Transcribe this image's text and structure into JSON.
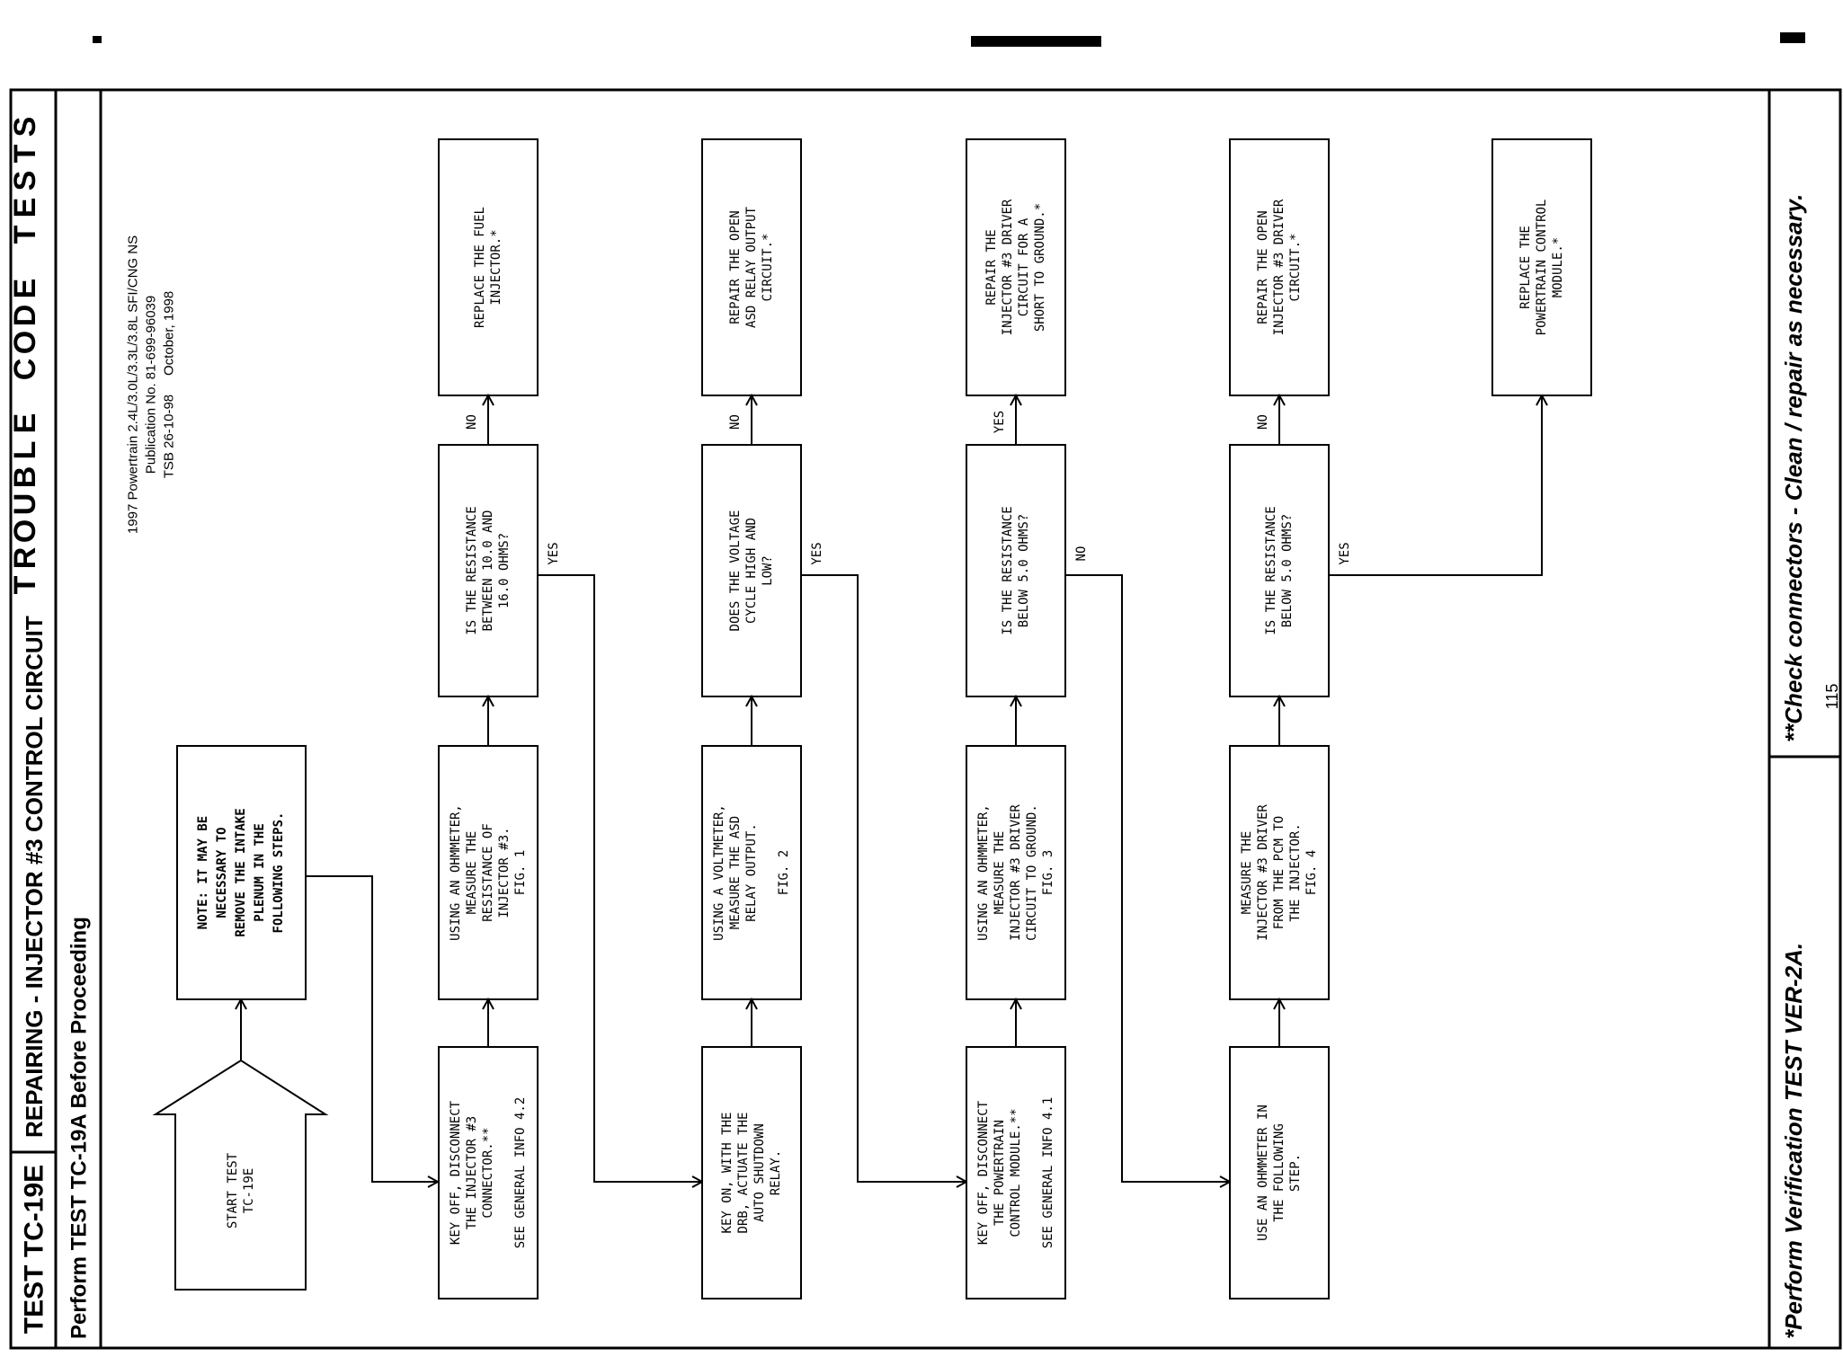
{
  "page": {
    "header_title": "TROUBLE CODE TESTS",
    "test_id": "TEST TC-19E",
    "test_title": "REPAIRING - INJECTOR #3 CONTROL CIRCUIT",
    "before_note": "Perform TEST TC-19A Before Proceeding",
    "footer_left": "*Perform Verification TEST VER-2A.",
    "footer_right": "**Check connectors - Clean / repair as necessary.",
    "page_number": "115"
  },
  "publication": {
    "line1": "1997 Powertrain 2.4L/3.0L/3.3L/3.8L SFI/CNG NS",
    "line2": "Publication No. 81-699-96039",
    "line3": "TSB 26-10-98     October, 1998"
  },
  "start": {
    "lines": [
      "START TEST",
      "TC-19E"
    ]
  },
  "note": {
    "lines": [
      "NOTE: IT MAY BE",
      "NECESSARY TO",
      "REMOVE THE INTAKE",
      "PLENUM IN THE",
      "FOLLOWING STEPS."
    ]
  },
  "rows": [
    {
      "action": [
        "KEY OFF, DISCONNECT",
        "THE INJECTOR #3",
        "CONNECTOR.**",
        "",
        "SEE GENERAL INFO 4.2"
      ],
      "measure": [
        "USING AN OHMMETER,",
        "MEASURE THE",
        "RESISTANCE OF",
        "INJECTOR #3.",
        "FIG. 1"
      ],
      "question": [
        "IS THE RESISTANCE",
        "BETWEEN 10.0 AND",
        "16.0 OHMS?"
      ],
      "result_label": "NO",
      "result": [
        "REPLACE THE FUEL",
        "INJECTOR.*"
      ],
      "continue_label": "YES"
    },
    {
      "action": [
        "KEY ON, WITH THE",
        "DRB, ACTUATE THE",
        "AUTO SHUTDOWN",
        "RELAY."
      ],
      "measure": [
        "USING A VOLTMETER,",
        "MEASURE THE ASD",
        "RELAY OUTPUT.",
        "",
        "FIG. 2"
      ],
      "question": [
        "DOES THE VOLTAGE",
        "CYCLE HIGH AND",
        "LOW?"
      ],
      "result_label": "NO",
      "result": [
        "REPAIR THE OPEN",
        "ASD RELAY OUTPUT",
        "CIRCUIT.*"
      ],
      "continue_label": "YES"
    },
    {
      "action": [
        "KEY OFF, DISCONNECT",
        "THE POWERTRAIN",
        "CONTROL MODULE.**",
        "",
        "SEE GENERAL INFO 4.1"
      ],
      "measure": [
        "USING AN OHMMETER,",
        "MEASURE THE",
        "INJECTOR #3 DRIVER",
        "CIRCUIT TO GROUND.",
        "FIG. 3"
      ],
      "question": [
        "IS THE RESISTANCE",
        "BELOW 5.0 OHMS?"
      ],
      "result_label": "YES",
      "result": [
        "REPAIR THE",
        "INJECTOR #3 DRIVER",
        "CIRCUIT FOR A",
        "SHORT TO GROUND.*"
      ],
      "continue_label": "NO"
    },
    {
      "action": [
        "USE AN OHMMETER IN",
        "THE FOLLOWING",
        "STEP."
      ],
      "measure": [
        "MEASURE THE",
        "INJECTOR #3 DRIVER",
        "FROM THE PCM TO",
        "THE INJECTOR.",
        "FIG. 4"
      ],
      "question": [
        "IS THE RESISTANCE",
        "BELOW 5.0 OHMS?"
      ],
      "result_label": "NO",
      "result": [
        "REPAIR THE OPEN",
        "INJECTOR #3 DRIVER",
        "CIRCUIT.*"
      ],
      "continue_label": "YES"
    }
  ],
  "final": {
    "lines": [
      "REPLACE THE",
      "POWERTRAIN CONTROL",
      "MODULE.*"
    ]
  }
}
